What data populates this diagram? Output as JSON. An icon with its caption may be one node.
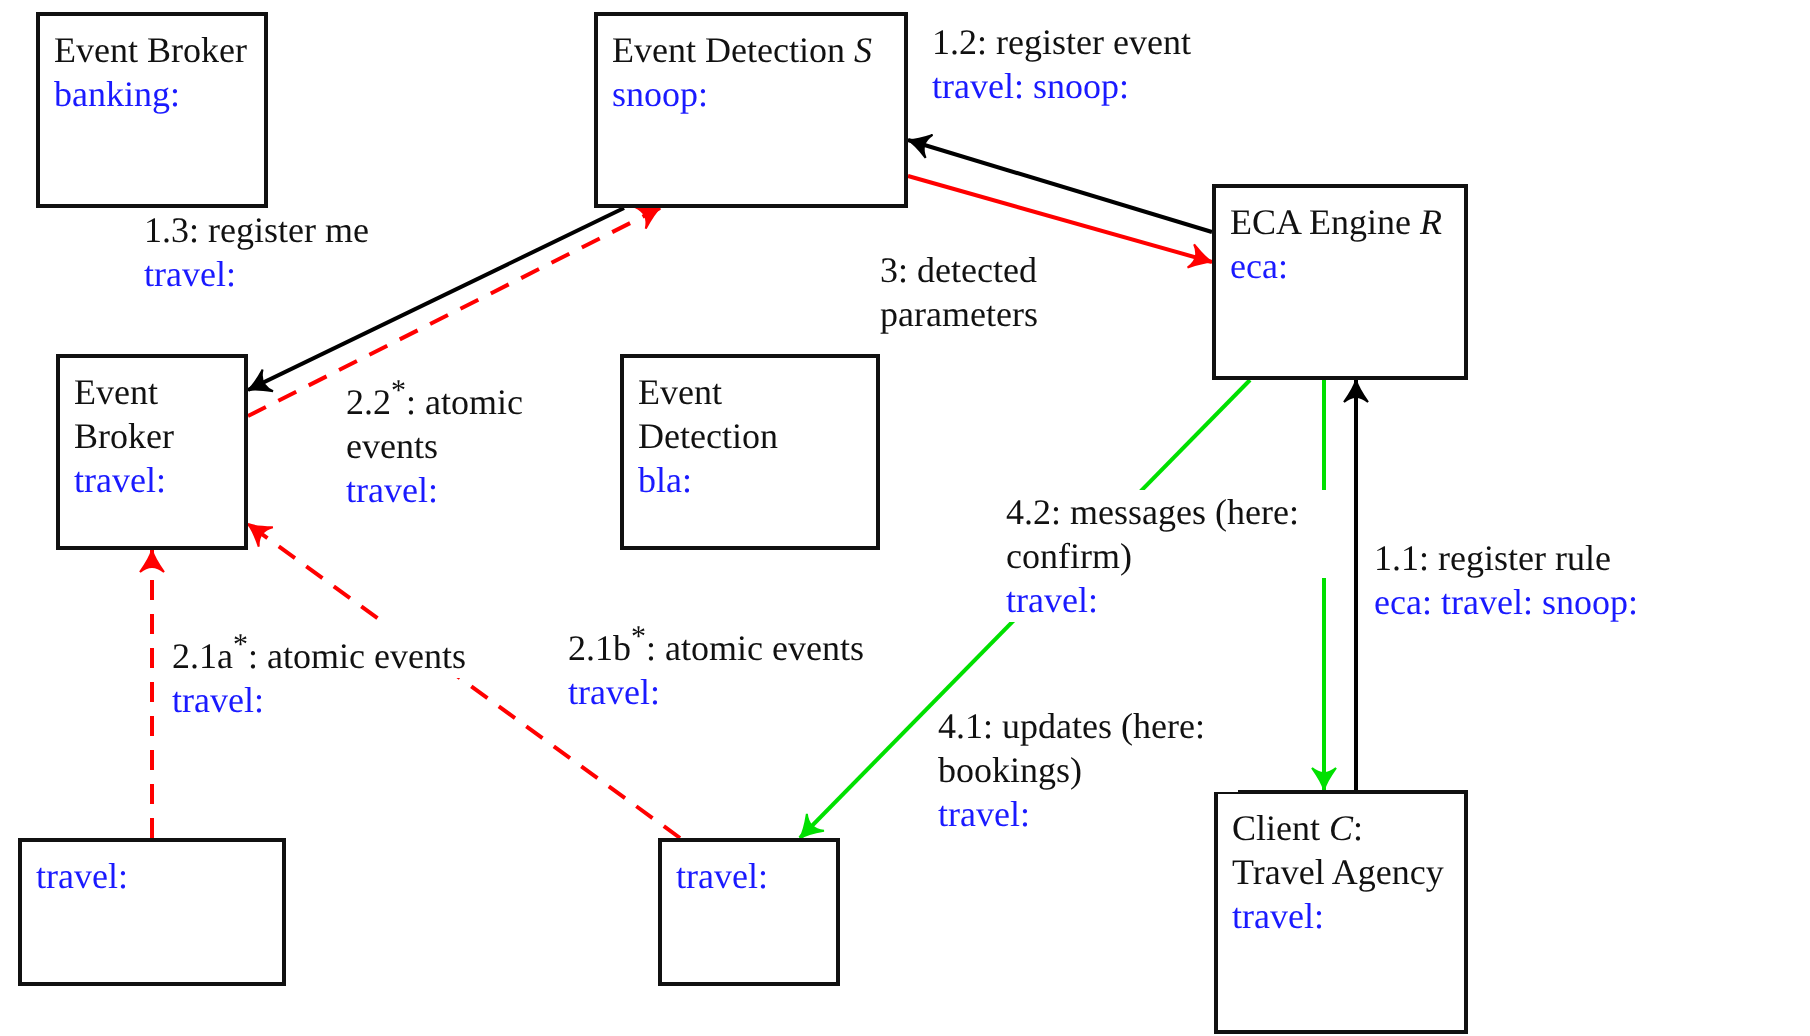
{
  "diagram": {
    "nodes": [
      {
        "text": [
          "Event Broker",
          "banking:"
        ]
      },
      {
        "text": [
          "Event Detection *S*",
          "snoop:"
        ]
      },
      {
        "text": [
          "ECA Engine *R*",
          "eca:"
        ]
      },
      {
        "text": [
          "Event Broker",
          "travel:"
        ]
      },
      {
        "text": [
          "Event Detection",
          "bla:"
        ]
      },
      {
        "text": [
          "travel:"
        ]
      },
      {
        "text": [
          "travel:"
        ]
      },
      {
        "text": [
          "Client *C*: Travel Agency",
          "travel:"
        ]
      }
    ],
    "edges": [
      {
        "from": 2,
        "to": 1,
        "arrow": "to",
        "label": "1.2: register event",
        "color": "#000000"
      },
      {
        "from": 1,
        "to": 2,
        "arrow": "to",
        "label": "3: detected parameters"
      },
      {
        "from": 1,
        "to": 3,
        "arrow": "to",
        "label": "1.3: register me",
        "color": "#000000"
      },
      {
        "from": 3,
        "to": 1,
        "arrow": "to",
        "label": "2.2$^{*}$: atomic events",
        "style": "dashed"
      },
      {
        "from": 5,
        "to": 3,
        "arrow": "to",
        "label": "2.1a$^{*}$: atomic events",
        "style": "dashed"
      },
      {
        "from": 6,
        "to": 3,
        "arrow": "to",
        "label": "2.1b$^{*}$: atomic events",
        "style": "dashed"
      },
      {
        "from": 2,
        "to": 6,
        "arrow": "to",
        "label": "4.1: updates (here: bookings)",
        "color": "#00e000"
      },
      {
        "from": 2,
        "to": 7,
        "arrow": "to",
        "label": "4.2: messages (here: confirm)",
        "color": "#00e000"
      },
      {
        "from": 7,
        "to": 2,
        "arrow": "to",
        "label": "1.1: register rule",
        "color": "#000000"
      }
    ],
    "labels": [
      "travel: snoop:",
      "travel:",
      "travel:",
      "eca: travel: snoop:",
      "travel:",
      "travel:",
      "travel:",
      "travel:"
    ]
  }
}
